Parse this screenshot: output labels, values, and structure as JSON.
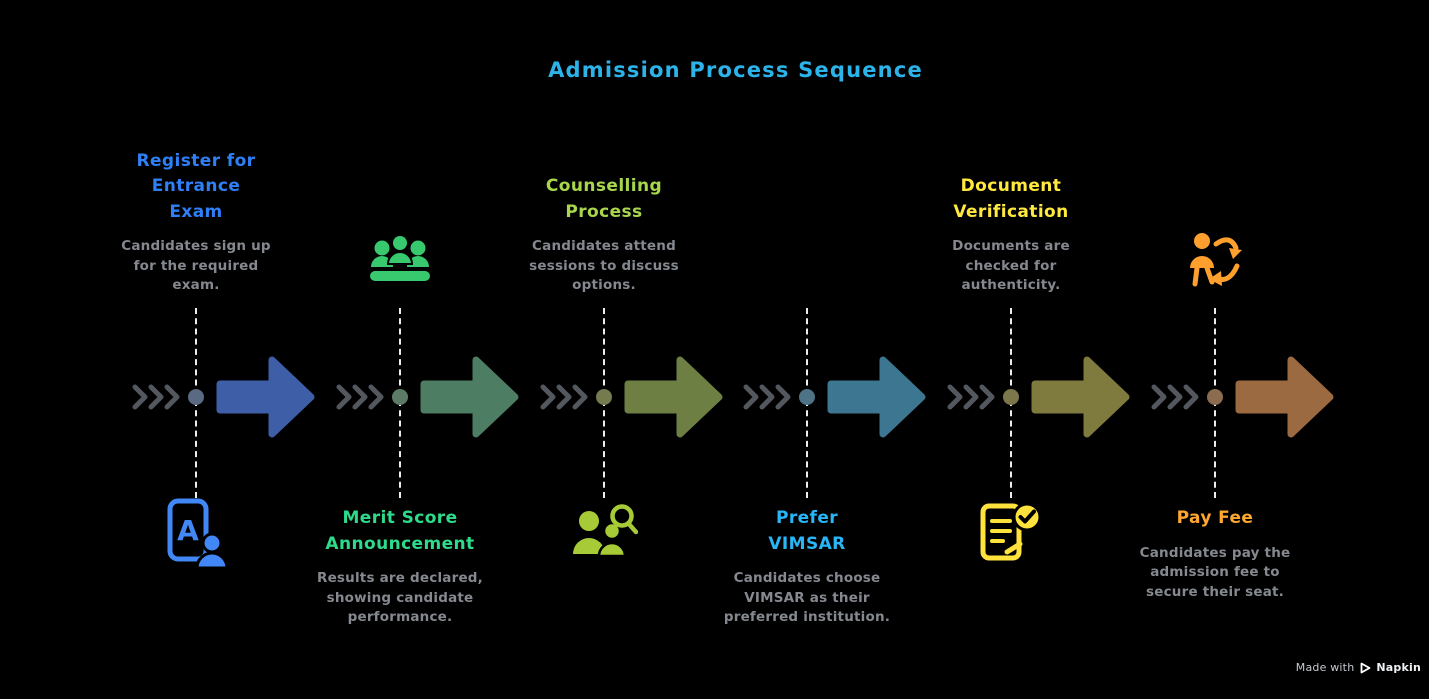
{
  "title": "Admission Process Sequence",
  "colors": {
    "background": "#000000",
    "title": "#2cb4ea",
    "description": "#85898f",
    "dashed_line": "#ededed",
    "chevron": "#53585e"
  },
  "steps": [
    {
      "label": "Register for Entrance Exam",
      "description": "Candidates sign up for the required exam.",
      "label_color": "#2f7ff7",
      "arrow_color": "#3e5fa7",
      "dot_color": "#5a6a83",
      "icon": "registration-phone-icon",
      "icon_color": "#4187f5",
      "text_position": "top",
      "icon_position": "bottom"
    },
    {
      "label": "Merit Score Announcement",
      "description": "Results are declared, showing candidate performance.",
      "label_color": "#2ddb8a",
      "arrow_color": "#4d7d62",
      "dot_color": "#5d7a67",
      "icon": "audience-icon",
      "icon_color": "#38c96f",
      "text_position": "bottom",
      "icon_position": "top"
    },
    {
      "label": "Counselling Process",
      "description": "Candidates attend sessions to discuss options.",
      "label_color": "#a8d74e",
      "arrow_color": "#6e7f44",
      "dot_color": "#757a4f",
      "icon": "people-search-icon",
      "icon_color": "#a6cb37",
      "text_position": "top",
      "icon_position": "bottom"
    },
    {
      "label": "Prefer VIMSAR",
      "description": "Candidates choose VIMSAR as their preferred institution.",
      "label_color": "#29b6f6",
      "arrow_color": "#3d7690",
      "dot_color": "#4e7386",
      "icon": null,
      "text_position": "bottom"
    },
    {
      "label": "Document Verification",
      "description": "Documents are checked for authenticity.",
      "label_color": "#ffe93e",
      "arrow_color": "#7f7a3e",
      "dot_color": "#7c764b",
      "icon": "document-check-icon",
      "icon_color": "#ffe33c",
      "text_position": "top",
      "icon_position": "bottom"
    },
    {
      "label": "Pay Fee",
      "description": "Candidates pay the admission fee to secure their seat.",
      "label_color": "#ffa72e",
      "arrow_color": "#9c6a40",
      "dot_color": "#8c6c4e",
      "icon": "person-transfer-icon",
      "icon_color": "#ffa02e",
      "text_position": "bottom",
      "icon_position": "top"
    }
  ],
  "footer": {
    "made_with": "Made with",
    "brand": "Napkin"
  }
}
